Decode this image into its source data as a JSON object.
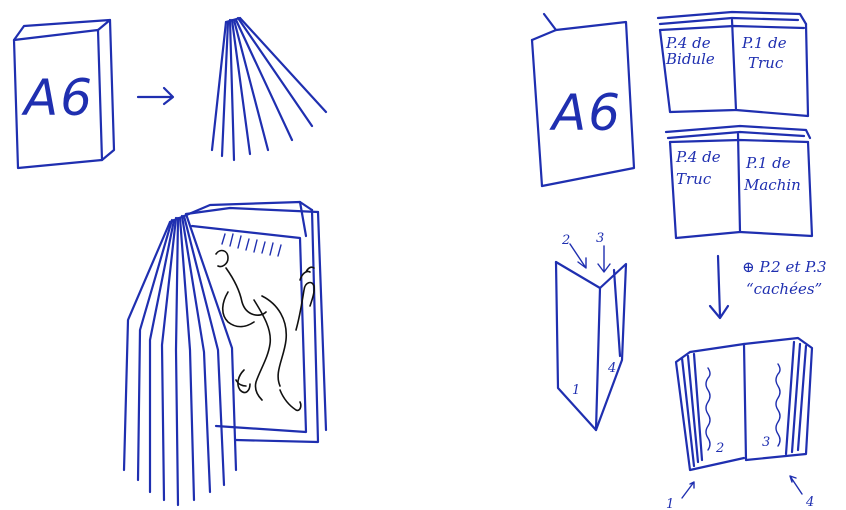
{
  "colors": {
    "ink": "#1f2fb0",
    "ink2": "#111111",
    "background": "#ffffff"
  },
  "left": {
    "book_label": "A6"
  },
  "right": {
    "book_label": "A6",
    "pages": [
      [
        "P.4 de",
        "Bidule"
      ],
      [
        "P.1 de",
        "Truc"
      ],
      [
        "P.4 de",
        "Truc"
      ],
      [
        "P.1 de",
        "Machin"
      ]
    ],
    "hidden_note": [
      "⊕ P.2 et P.3",
      "“cachées”"
    ],
    "fold_numbers": [
      "2",
      "3",
      "1",
      "4"
    ],
    "book_numbers": [
      "2",
      "3",
      "1",
      "4"
    ]
  }
}
